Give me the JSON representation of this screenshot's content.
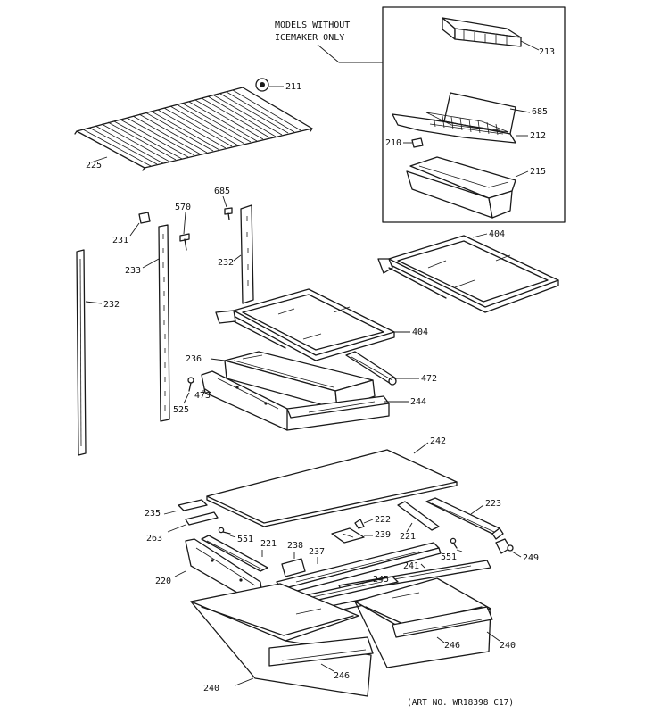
{
  "inset_note": {
    "line1": "MODELS WITHOUT",
    "line2": "ICEMAKER ONLY"
  },
  "art_number": "(ART NO. WR18398 C17)",
  "labels": {
    "p213": "213",
    "p685a": "685",
    "p212": "212",
    "p210": "210",
    "p215": "215",
    "p211": "211",
    "p225": "225",
    "p685b": "685",
    "p570": "570",
    "p231": "231",
    "p233": "233",
    "p232a": "232",
    "p232b": "232",
    "p404a": "404",
    "p404b": "404",
    "p236": "236",
    "p472": "472",
    "p473": "473",
    "p525": "525",
    "p244": "244",
    "p242": "242",
    "p235": "235",
    "p223": "223",
    "p222": "222",
    "p263": "263",
    "p551a": "551",
    "p239": "239",
    "p221a": "221",
    "p238": "238",
    "p237": "237",
    "p221b": "221",
    "p551b": "551",
    "p249": "249",
    "p241": "241",
    "p220": "220",
    "p245": "245",
    "p246a": "246",
    "p246b": "246",
    "p240a": "240",
    "p240b": "240"
  }
}
